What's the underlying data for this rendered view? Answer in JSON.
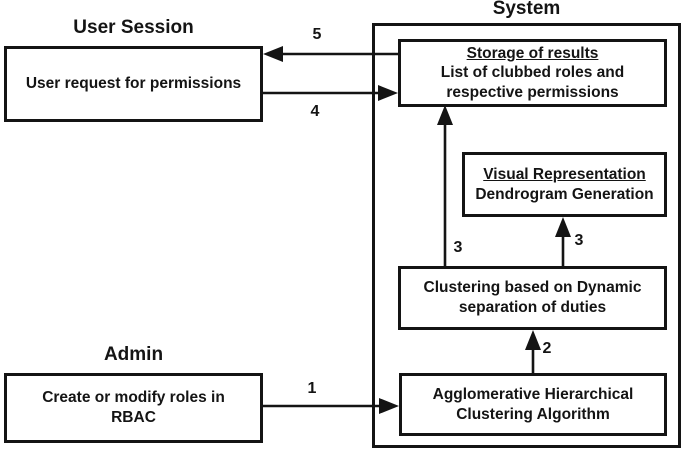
{
  "colors": {
    "ink": "#141414",
    "bg": "#ffffff"
  },
  "titles": {
    "user_session": "User Session",
    "system": "System",
    "admin": "Admin"
  },
  "boxes": {
    "user_request": {
      "text": "User request for permissions"
    },
    "storage": {
      "title": "Storage of results",
      "line1": "List of clubbed roles and",
      "line2": "respective permissions"
    },
    "visual": {
      "title": "Visual Representation",
      "line1": "Dendrogram Generation"
    },
    "clustering": {
      "line1": "Clustering based on Dynamic",
      "line2": "separation of duties"
    },
    "ahc": {
      "line1": "Agglomerative Hierarchical",
      "line2": "Clustering Algorithm"
    },
    "admin_create": {
      "line1": "Create or modify roles in",
      "line2": "RBAC"
    }
  },
  "arrow_labels": {
    "step1": "1",
    "step2": "2",
    "step3_storage": "3",
    "step3_visual": "3",
    "step4": "4",
    "step5": "5"
  }
}
